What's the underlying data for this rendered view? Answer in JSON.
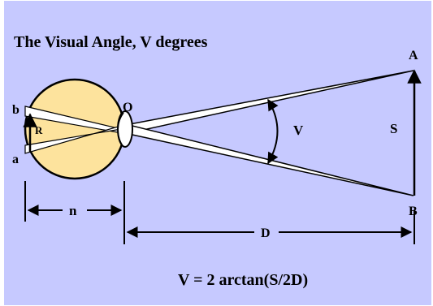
{
  "diagram": {
    "title": "The Visual Angle, V degrees",
    "formula": "V = 2 arctan(S/2D)",
    "labels": {
      "point_b_eye": "b",
      "point_a_eye": "a",
      "retina": "R",
      "nodal_point": "O",
      "visual_angle": "V",
      "object_size": "S",
      "point_a_object": "A",
      "point_b_object": "B",
      "eye_distance": "n",
      "object_distance": "D"
    }
  },
  "colors": {
    "background": "#c6c9ff",
    "eyeball_fill": "#fde39d",
    "line": "#000000",
    "ray_fill": "#ffffff"
  }
}
